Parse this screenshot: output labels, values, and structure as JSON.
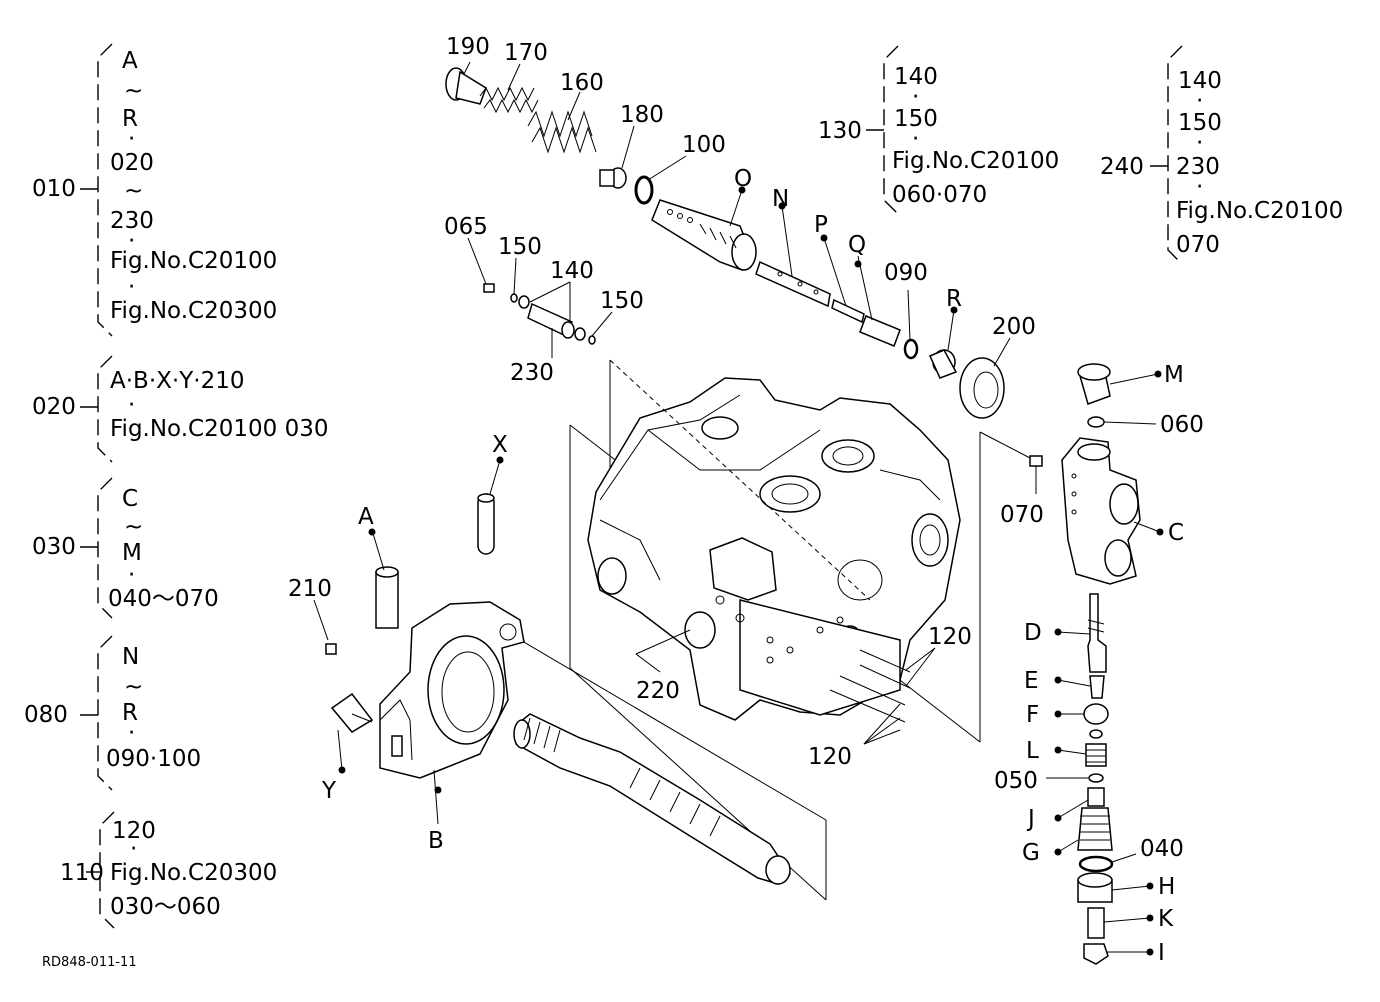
{
  "drawing_code": "RD848-011-11",
  "groups": [
    {
      "id": "010",
      "lines": [
        "A",
        "~",
        "R",
        "·",
        "020",
        "~",
        "230",
        "·",
        "Fig.No.C20100",
        "·",
        "Fig.No.C20300"
      ]
    },
    {
      "id": "020",
      "lines": [
        "A·B·X·Y·210",
        "·",
        "Fig.No.C20100  030"
      ]
    },
    {
      "id": "030",
      "lines": [
        "C",
        "~",
        "M",
        "·",
        "040～070"
      ]
    },
    {
      "id": "080",
      "lines": [
        "N",
        "~",
        "R",
        "·",
        "090·100"
      ]
    },
    {
      "id": "110",
      "lines": [
        "120",
        "·",
        "Fig.No.C20300",
        "030～060"
      ]
    },
    {
      "id": "130",
      "lines": [
        "140",
        "·",
        "150",
        "·",
        "Fig.No.C20100",
        "060·070"
      ]
    },
    {
      "id": "240",
      "lines": [
        "140",
        "·",
        "150",
        "·",
        "230",
        "·",
        "Fig.No.C20100",
        "070"
      ]
    }
  ],
  "callouts": {
    "c190": "190",
    "c170": "170",
    "c160": "160",
    "c180": "180",
    "c100": "100",
    "cO": "O",
    "cN": "N",
    "cP": "P",
    "cQ": "Q",
    "c090": "090",
    "cR": "R",
    "c200": "200",
    "c065": "065",
    "c150a": "150",
    "c140": "140",
    "c150b": "150",
    "c230": "230",
    "cX": "X",
    "cA": "A",
    "c210": "210",
    "cY": "Y",
    "cB": "B",
    "c220": "220",
    "c120a": "120",
    "c120b": "120",
    "cM": "M",
    "c060": "060",
    "c070": "070",
    "cC": "C",
    "cD": "D",
    "cE": "E",
    "cF": "F",
    "cL": "L",
    "c050": "050",
    "cJ": "J",
    "cG": "G",
    "c040": "040",
    "cH": "H",
    "cK": "K",
    "cI": "I"
  }
}
